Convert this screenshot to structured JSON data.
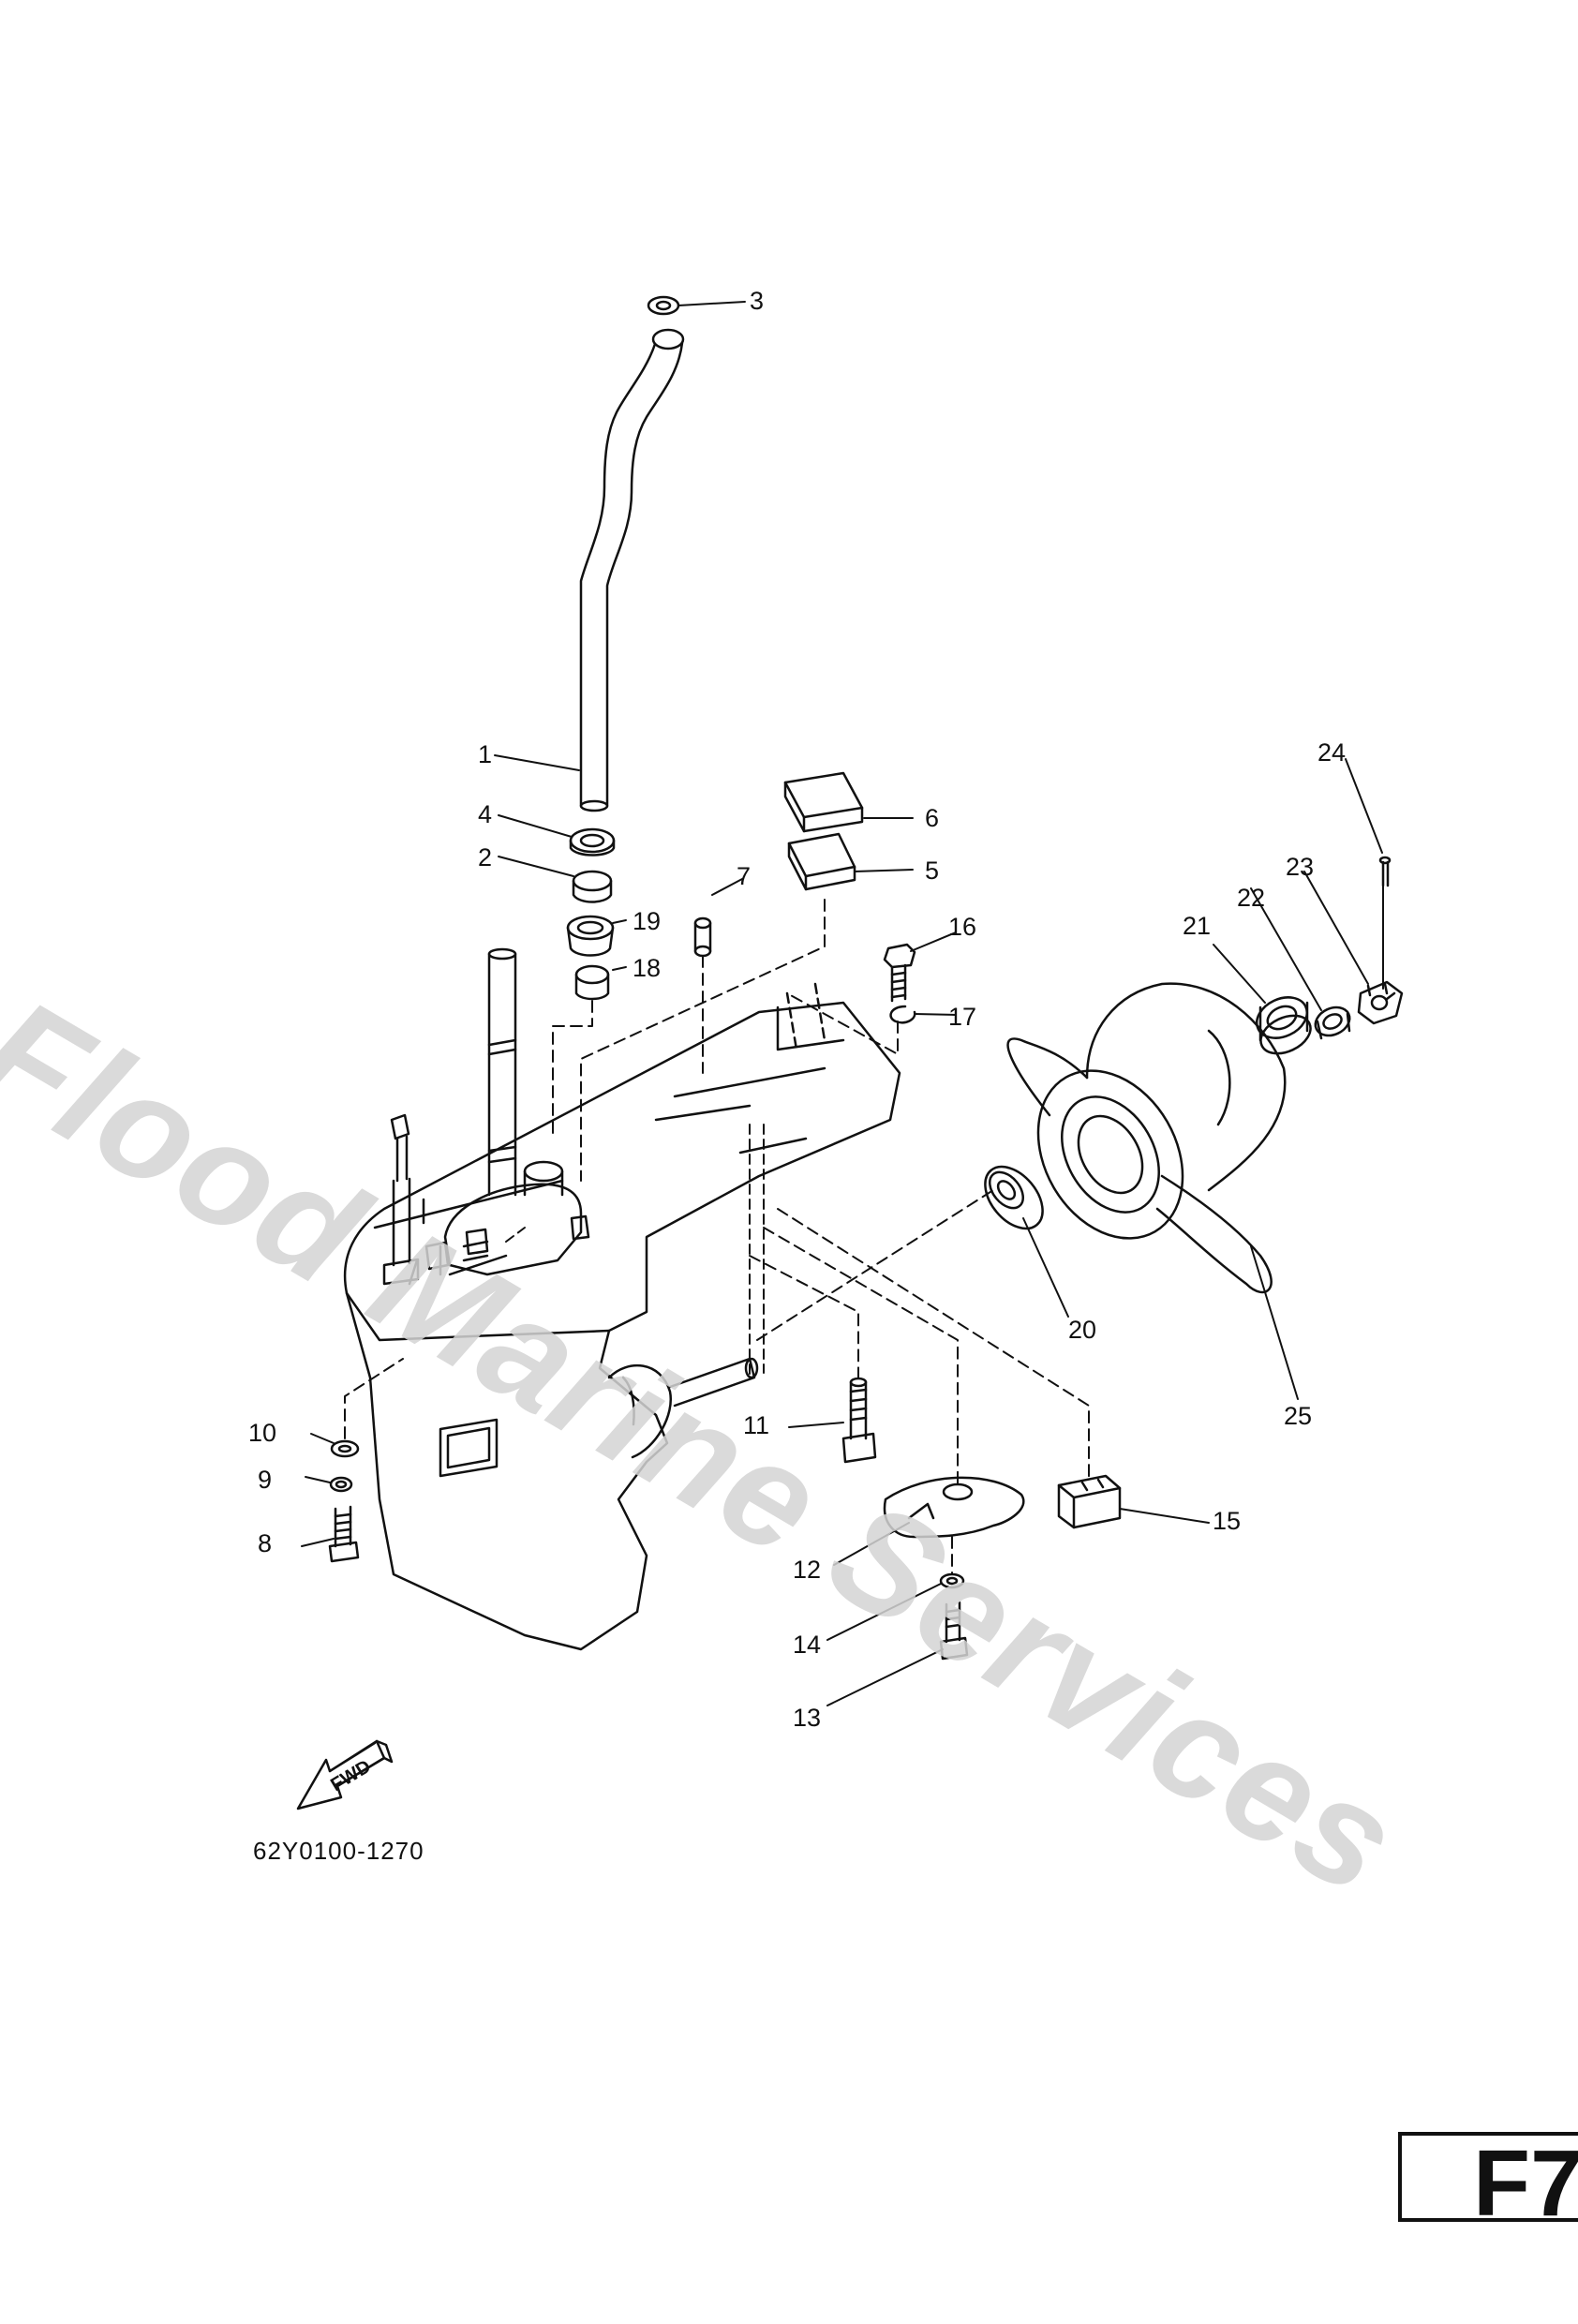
{
  "diagram": {
    "watermark": "Flood Marine Services",
    "drawing_code": "62Y0100-1270",
    "page_badge": "F7",
    "fwd_label": "FWD",
    "callouts": {
      "c1": "1",
      "c2": "2",
      "c3": "3",
      "c4": "4",
      "c5": "5",
      "c6": "6",
      "c7": "7",
      "c8": "8",
      "c9": "9",
      "c10": "10",
      "c11": "11",
      "c12": "12",
      "c13": "13",
      "c14": "14",
      "c15": "15",
      "c16": "16",
      "c17": "17",
      "c18": "18",
      "c19": "19",
      "c20": "20",
      "c21": "21",
      "c22": "22",
      "c23": "23",
      "c24": "24",
      "c25": "25"
    }
  }
}
